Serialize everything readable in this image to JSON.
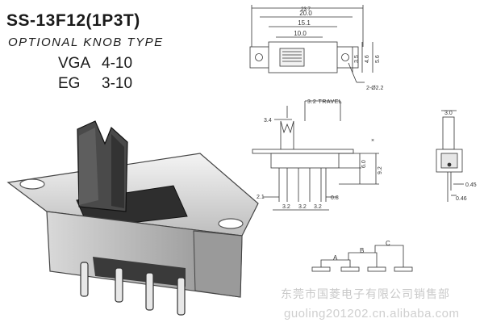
{
  "title": "SS-13F12(1P3T)",
  "subtitle": "OPTIONAL KNOB TYPE",
  "specs": [
    {
      "label": "VGA",
      "value": "4-10"
    },
    {
      "label": "EG",
      "value": "3-10"
    }
  ],
  "top_view": {
    "dims": [
      "23.7",
      "20.0",
      "15.1",
      "10.0",
      "3.5",
      "4.6",
      "5.6"
    ],
    "hole_label": "2-Ø2.2"
  },
  "front_view": {
    "travel": "3.2 TRAVEL",
    "dims": [
      "3.4",
      "6.0",
      "9.2",
      "2.1",
      "0.8",
      "3.2",
      "3.2",
      "3.2"
    ],
    "marker": "×"
  },
  "side_view": {
    "dims": [
      "3.0",
      "0.45",
      "0.46"
    ]
  },
  "positions": [
    "A",
    "B",
    "C"
  ],
  "watermark": {
    "line1": "东莞市国菱电子有限公司销售部",
    "line2": "guoling201202.cn.alibaba.com"
  }
}
